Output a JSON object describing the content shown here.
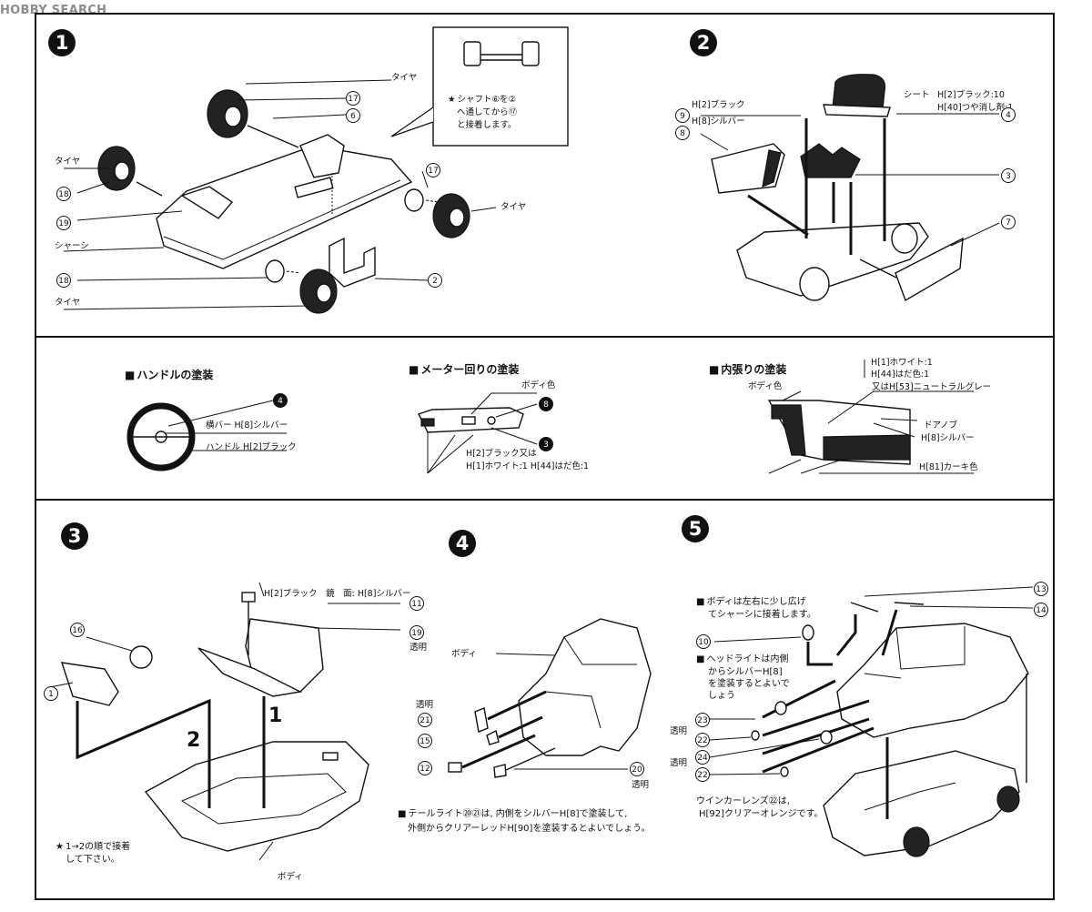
{
  "watermark": "HOBBY SEARCH",
  "steps": {
    "s1": "1",
    "s2": "2",
    "s3": "3",
    "s4": "4",
    "s5": "5"
  },
  "step1": {
    "tire_top": "タイヤ",
    "p17a": "17",
    "p6": "6",
    "tire_left": "タイヤ",
    "p18a": "18",
    "p19": "19",
    "chassis": "シャーシ",
    "p18b": "18",
    "tire_bottom": "タイヤ",
    "p17b": "17",
    "tire_right": "タイヤ",
    "p2": "2",
    "callout_line1": "シャフト⑥を②",
    "callout_line2": "へ通してから⑰",
    "callout_line3": "と接着します。"
  },
  "step2": {
    "h2_black": "H[2]ブラック",
    "h8_silver": "H[8]シルバー",
    "p9": "9",
    "p8": "8",
    "seat": "シート",
    "seat_paint1": "H[2]ブラック:10",
    "seat_paint2": "H[40]つや消し剤:1",
    "p4": "4",
    "p3": "3",
    "p7": "7"
  },
  "paint": {
    "handle_title": "ハンドルの塗装",
    "p4": "4",
    "crossbar": "横バー H[8]シルバー",
    "handle": "ハンドル H[2]ブラック",
    "meter_title": "メーター回りの塗装",
    "body_color": "ボディ色",
    "p8": "8",
    "p3": "3",
    "meter_paint1": "H[2]ブラック又は",
    "meter_paint2": "H[1]ホワイト:1 H[44]はだ色:1",
    "interior_title": "内張りの塗装",
    "int_paint1": "H[1]ホワイト:1",
    "int_paint2": "H[44]はだ色:1",
    "int_paint3": "又はH[53]ニュートラルグレー",
    "int_body": "ボディ色",
    "door_knob": "ドアノブ",
    "door_knob_paint": "H[8]シルバー",
    "int_bottom": "H[81]カーキ色"
  },
  "step3": {
    "paint_line": "H[2]ブラック　鏡　面: H[8]シルバー",
    "p11": "11",
    "p19": "19",
    "clear": "透明",
    "p16": "16",
    "p1": "1",
    "arrow1": "1",
    "arrow2": "2",
    "note_line1": "1→2の順で接着",
    "note_line2": "して下さい。",
    "body": "ボディ"
  },
  "step4": {
    "body": "ボディ",
    "clear1": "透明",
    "p21": "21",
    "p15": "15",
    "p12": "12",
    "p20": "20",
    "clear2": "透明",
    "note_line1": "テールライト⑳㉑は, 内側をシルバーH[8]で塗装して,",
    "note_line2": "外側からクリアーレッドH[90]を塗装するとよいでしょう。"
  },
  "step5": {
    "p13": "13",
    "p14": "14",
    "note1_line1": "ボディは左右に少し広げ",
    "note1_line2": "てシャーシに接着します。",
    "p10": "10",
    "note2_line1": "ヘッドライトは内側",
    "note2_line2": "からシルバーH[8]",
    "note2_line3": "を塗装するとよいで",
    "note2_line4": "しょう",
    "p23": "23",
    "p22a": "22",
    "p24": "24",
    "p22b": "22",
    "clear1": "透明",
    "clear2": "透明",
    "note3_line1": "ウインカーレンズ㉒は,",
    "note3_line2": "H[92]クリアーオレンジです。"
  }
}
